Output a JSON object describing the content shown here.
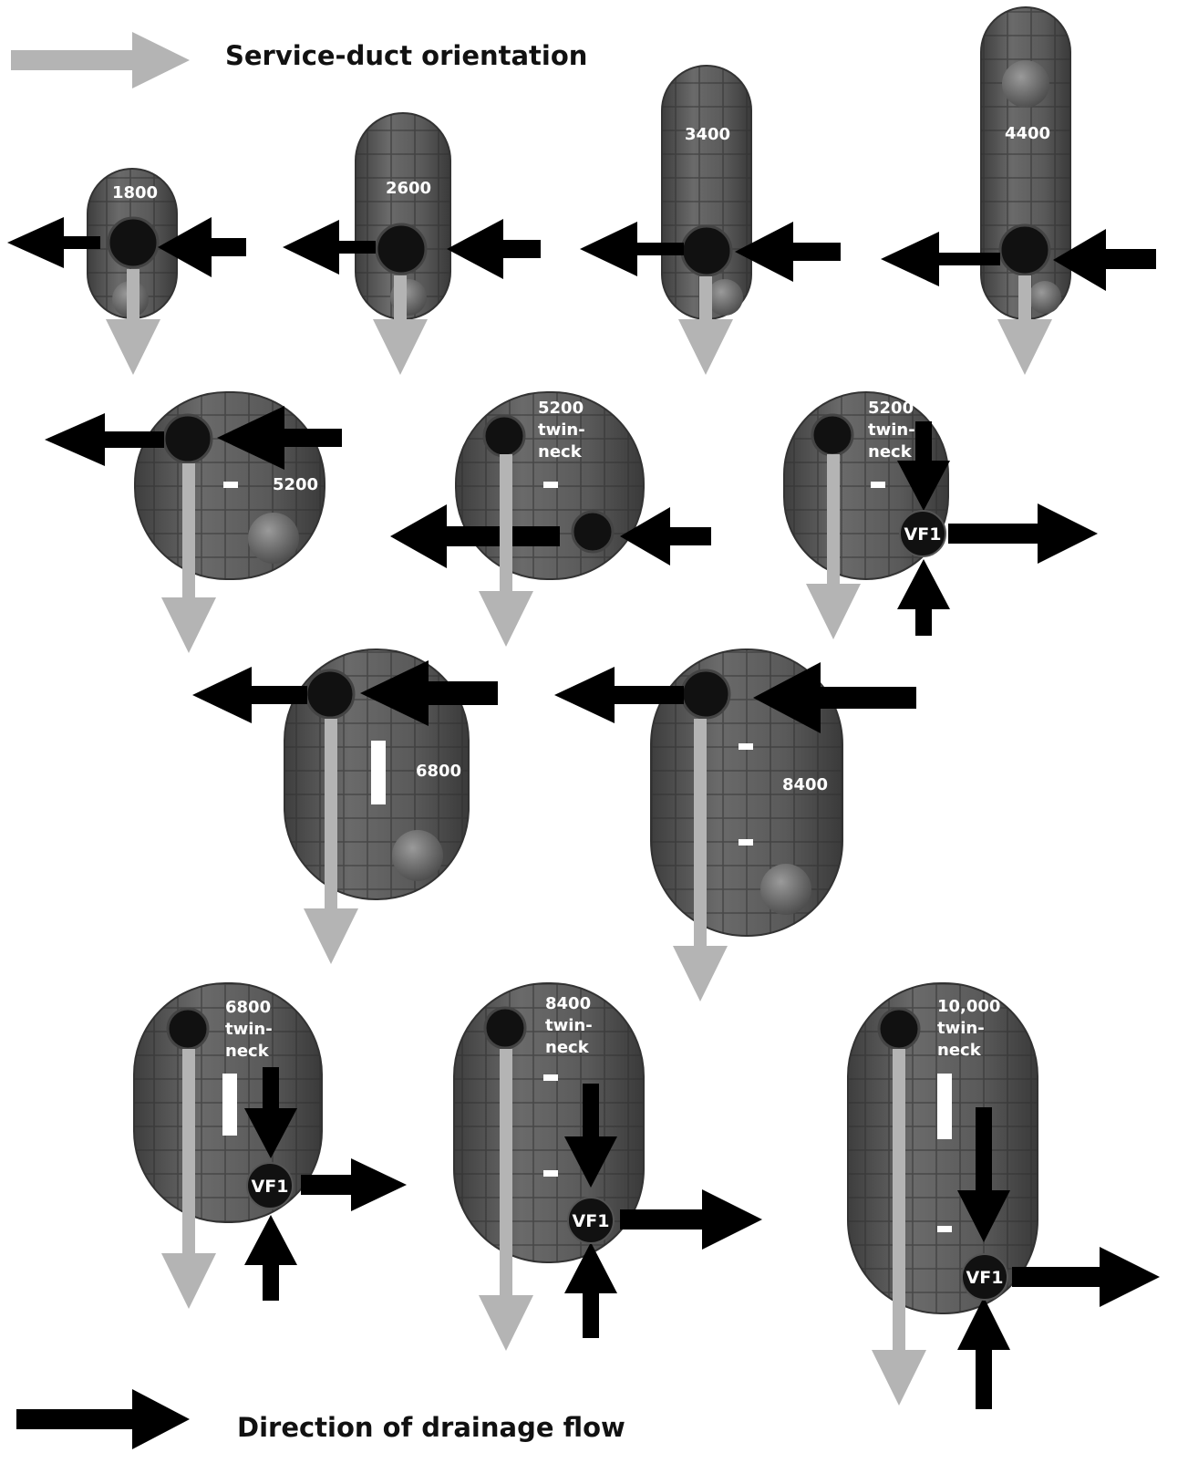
{
  "legend": {
    "service_duct": "Service-duct orientation",
    "drainage_flow": "Direction of drainage flow"
  },
  "colors": {
    "service_duct_arrow": "#b4b4b4",
    "drainage_arrow": "#000000",
    "tank_body": "#5e5e5e",
    "tank_shading": "#3a3a3a"
  },
  "tanks": [
    {
      "id": "1800",
      "lines": [
        "1800"
      ]
    },
    {
      "id": "2600",
      "lines": [
        "2600"
      ]
    },
    {
      "id": "3400",
      "lines": [
        "3400"
      ]
    },
    {
      "id": "4400",
      "lines": [
        "4400"
      ]
    },
    {
      "id": "5200",
      "lines": [
        "5200"
      ]
    },
    {
      "id": "5200-twin-neck",
      "lines": [
        "5200",
        "twin-",
        "neck"
      ]
    },
    {
      "id": "5200-twin-neck-vf1",
      "lines": [
        "5200",
        "twin-",
        "neck"
      ],
      "filter": "VF1"
    },
    {
      "id": "6800",
      "lines": [
        "6800"
      ]
    },
    {
      "id": "8400",
      "lines": [
        "8400"
      ]
    },
    {
      "id": "6800-twin-neck-vf1",
      "lines": [
        "6800",
        "twin-",
        "neck"
      ],
      "filter": "VF1"
    },
    {
      "id": "8400-twin-neck-vf1",
      "lines": [
        "8400",
        "twin-",
        "neck"
      ],
      "filter": "VF1"
    },
    {
      "id": "10000-twin-neck-vf1",
      "lines": [
        "10,000",
        "twin-",
        "neck"
      ],
      "filter": "VF1"
    }
  ]
}
